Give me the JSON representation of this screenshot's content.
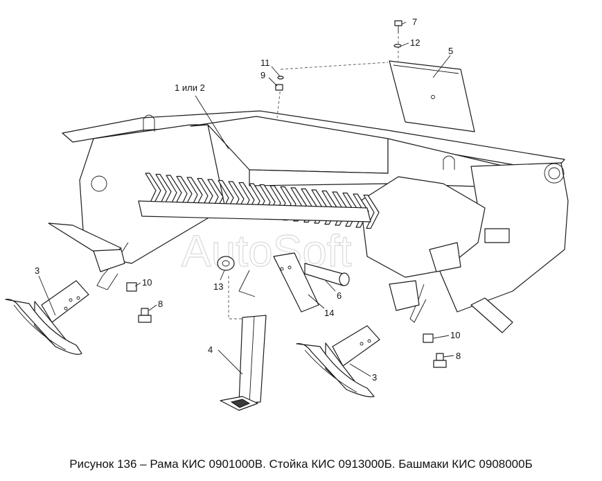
{
  "caption": "Рисунок 136 – Рама КИС 0901000В. Стойка КИС 0913000Б. Башмаки КИС 0908000Б",
  "watermark": "AutoSoft",
  "callouts": {
    "c7": "7",
    "c12": "12",
    "c5": "5",
    "c11": "11",
    "c9": "9",
    "c1or2": "1 или 2",
    "c3_left": "3",
    "c10_left": "10",
    "c8_left": "8",
    "c13": "13",
    "c6": "6",
    "c14": "14",
    "c4": "4",
    "c10_right": "10",
    "c8_right": "8",
    "c3_right": "3"
  }
}
